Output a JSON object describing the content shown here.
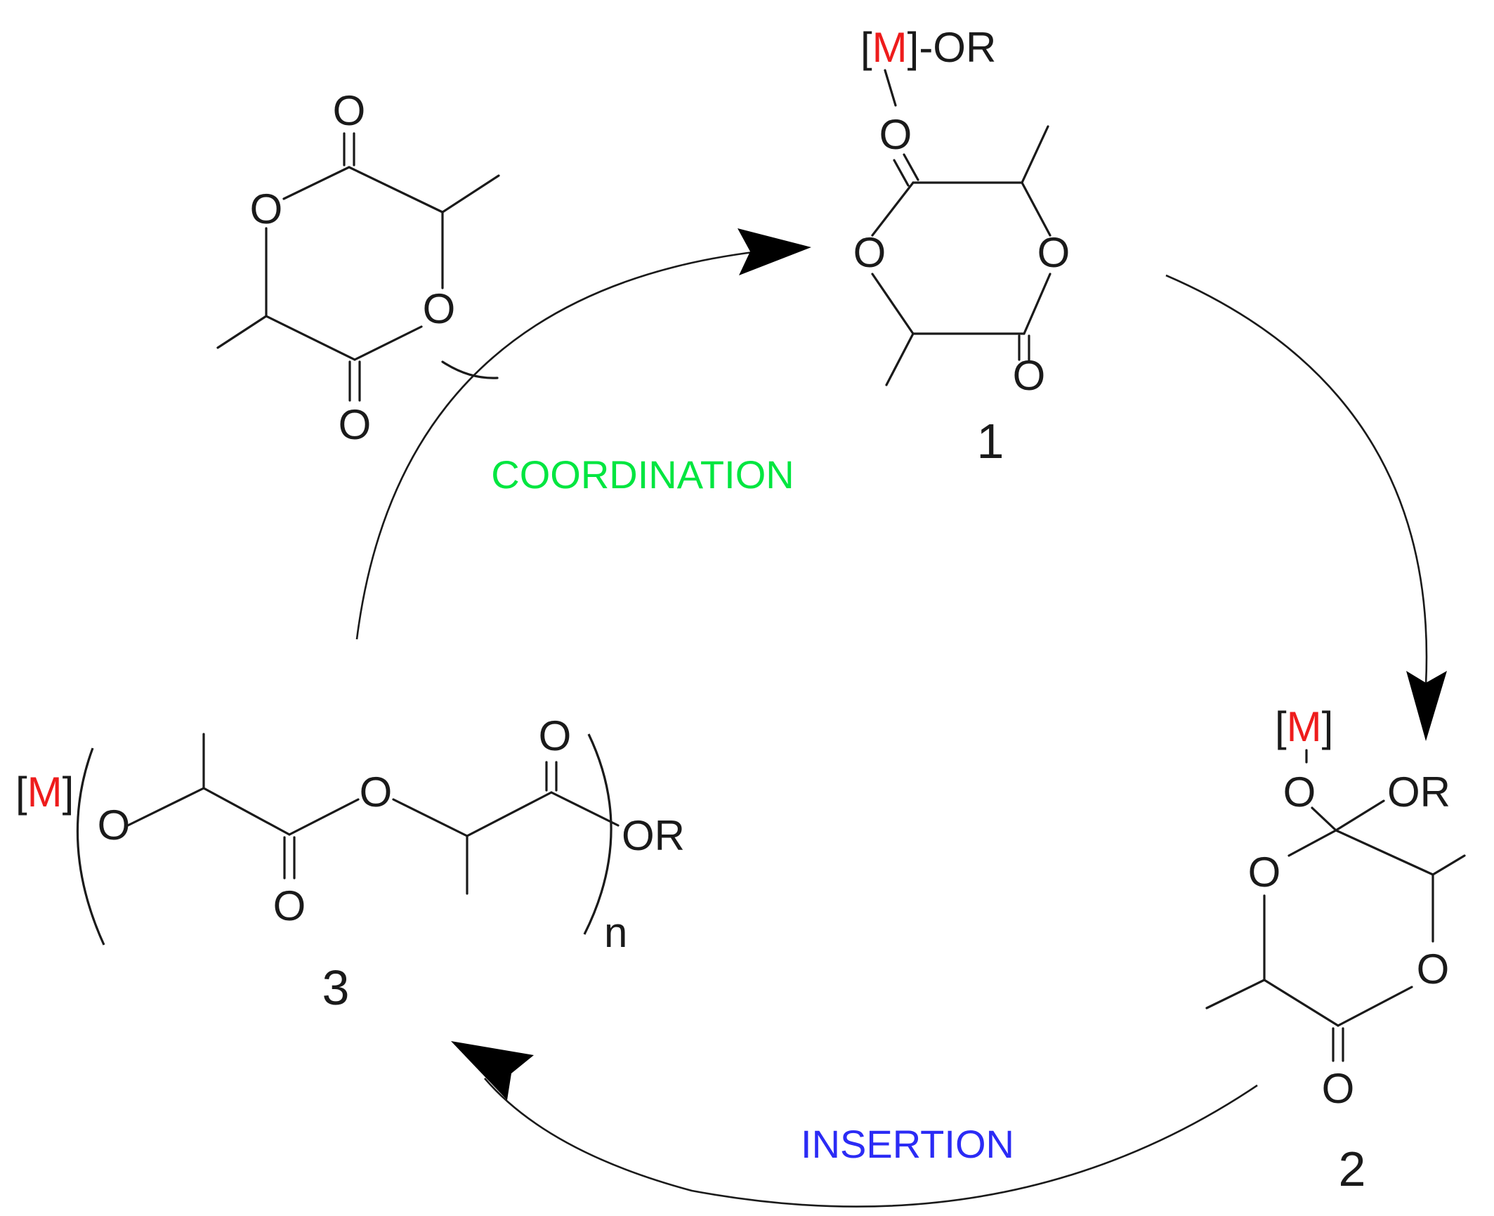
{
  "colors": {
    "metal": "#ee1c1c",
    "coordination": "#00e640",
    "insertion": "#2b2bf5",
    "ink": "#1a1a1a"
  },
  "atoms": {
    "oxygen": "O",
    "metal_open_bracket": "[",
    "metal_symbol": "M",
    "metal_close_bracket": "]",
    "metal_bond_or": "-OR",
    "or_group": "OR",
    "repeat_n": "n"
  },
  "steps": {
    "coordination": "COORDINATION",
    "insertion": "INSERTION"
  },
  "compounds": {
    "c1": "1",
    "c2": "2",
    "c3": "3"
  }
}
